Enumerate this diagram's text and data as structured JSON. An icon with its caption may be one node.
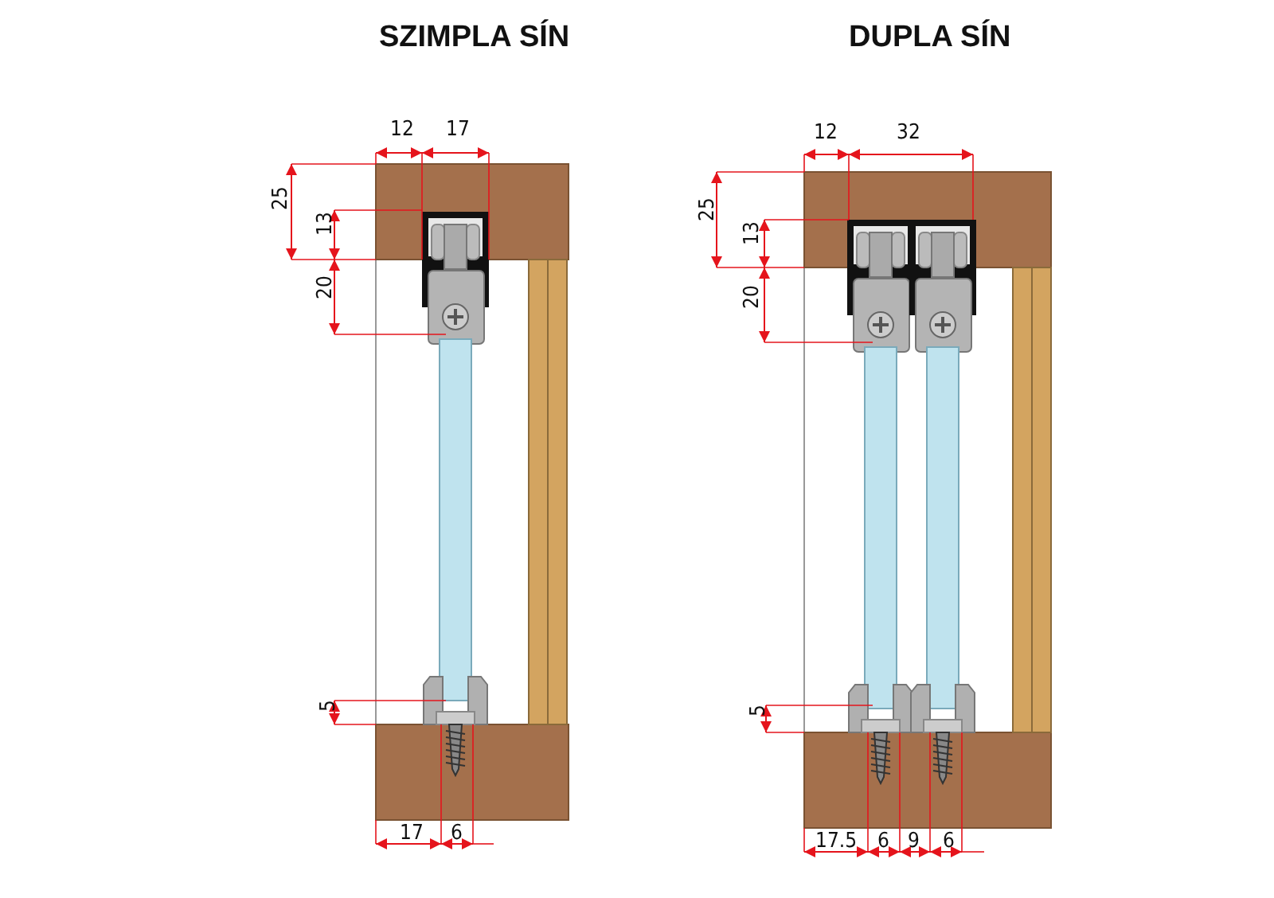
{
  "diagram": {
    "labels": [
      "SZIMPLA SÍN",
      "DUPLA SÍN",
      "12",
      "17",
      "25",
      "13",
      "20",
      "5",
      "17",
      "6",
      "12",
      "32",
      "25",
      "13",
      "20",
      "5",
      "17.5",
      "6",
      "9",
      "6"
    ]
  }
}
